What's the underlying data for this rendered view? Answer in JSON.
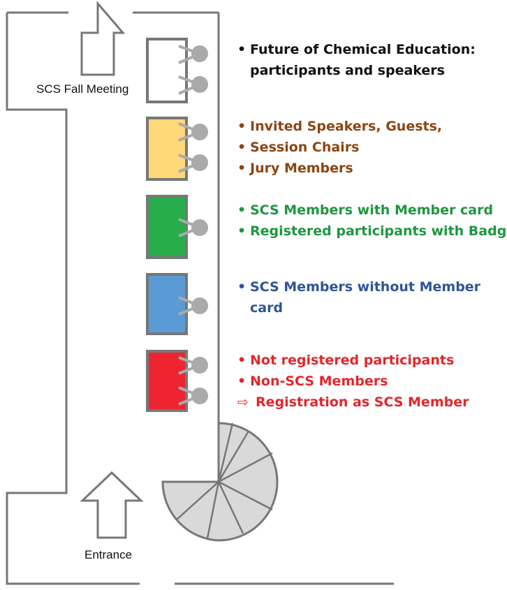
{
  "labels": {
    "top_exit": "SCS Fall Meeting",
    "entrance": "Entrance"
  },
  "desks": [
    {
      "color": "#ffffff",
      "text_color": "#111111",
      "items": [
        {
          "marker": "•",
          "text": "Future of Chemical Education:"
        },
        {
          "marker": "",
          "text": "participants and speakers"
        }
      ]
    },
    {
      "color": "#ffd878",
      "text_color": "#8b4513",
      "items": [
        {
          "marker": "•",
          "text": "Invited Speakers, Guests,"
        },
        {
          "marker": "•",
          "text": "Session Chairs"
        },
        {
          "marker": "•",
          "text": "Jury Members"
        }
      ]
    },
    {
      "color": "#27ae4a",
      "text_color": "#1e9640",
      "items": [
        {
          "marker": "•",
          "text": "SCS Members with Member card"
        },
        {
          "marker": "•",
          "text": "Registered participants with Badge"
        }
      ]
    },
    {
      "color": "#5b9bd5",
      "text_color": "#2e5597",
      "items": [
        {
          "marker": "•",
          "text": "SCS Members without Member"
        },
        {
          "marker": "",
          "text": "card"
        }
      ]
    },
    {
      "color": "#ee2530",
      "text_color": "#e3262c",
      "items": [
        {
          "marker": "•",
          "text": "Not registered participants"
        },
        {
          "marker": "•",
          "text": "Non-SCS Members"
        },
        {
          "marker": "⇨",
          "text": "Registration as SCS Member"
        }
      ]
    }
  ]
}
